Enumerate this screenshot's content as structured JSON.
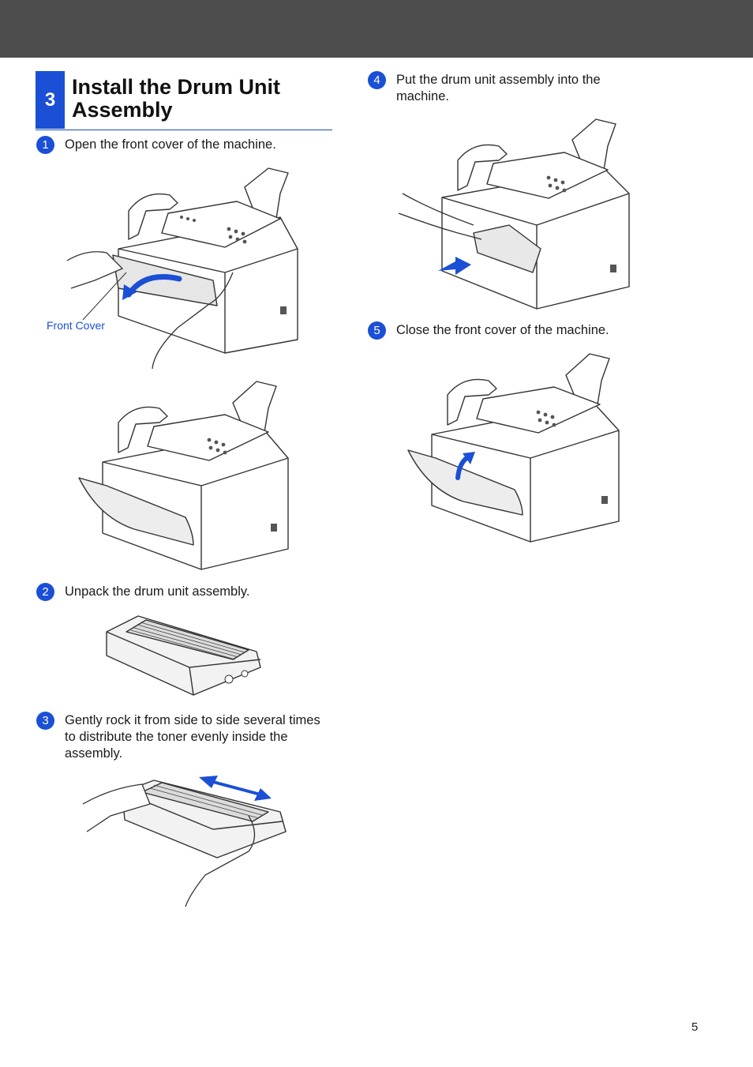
{
  "section": {
    "number": "3",
    "title": "Install the Drum Unit Assembly"
  },
  "steps": [
    {
      "marker": "1",
      "text": "Open the front cover of the machine."
    },
    {
      "marker": "2",
      "text": "Unpack the drum unit assembly."
    },
    {
      "marker": "3",
      "text": "Gently rock it from side to side several times to distribute the toner evenly inside the assembly."
    },
    {
      "marker": "4",
      "text": "Put the drum unit assembly into the machine."
    },
    {
      "marker": "5",
      "text": "Close the front cover of the machine."
    }
  ],
  "callouts": {
    "front_cover": "Front Cover"
  },
  "page_number": "5",
  "colors": {
    "accent": "#1a4fd6",
    "header_bar": "#4d4d4d"
  }
}
